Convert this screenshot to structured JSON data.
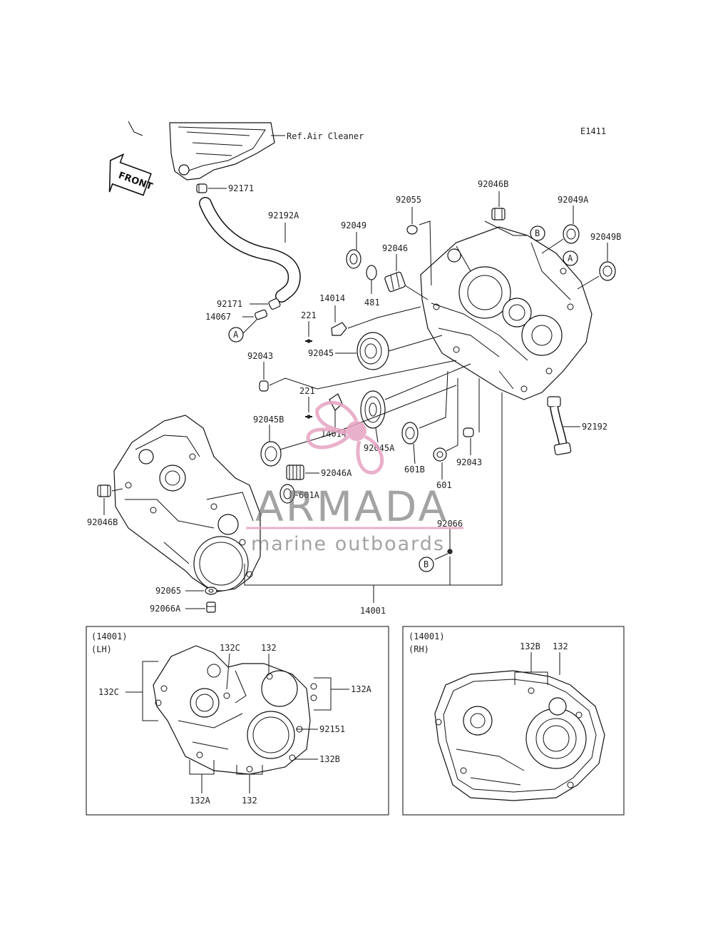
{
  "diagram_code": "E1411",
  "front_label": "FRONT",
  "ref_label": "Ref.Air Cleaner",
  "parts": {
    "p92171_top": "92171",
    "p92192A": "92192A",
    "p92171_mid": "92171",
    "p14067": "14067",
    "pA_left": "A",
    "p92049": "92049",
    "p92055": "92055",
    "p92046B_top": "92046B",
    "p92049A": "92049A",
    "p92049B": "92049B",
    "pB_top": "B",
    "pA_right": "A",
    "p92046": "92046",
    "p481": "481",
    "p14014_top": "14014",
    "p221_top": "221",
    "p92045": "92045",
    "p92043_left": "92043",
    "p221_mid": "221",
    "p14014_mid": "14014",
    "p92045A": "92045A",
    "p92045B": "92045B",
    "p92046A": "92046A",
    "p601A": "601A",
    "p601B": "601B",
    "p601": "601",
    "p92043_right": "92043",
    "p92192": "92192",
    "p92046B_left": "92046B",
    "p92066": "92066",
    "pB_bottom": "B",
    "p92065": "92065",
    "p92066A": "92066A",
    "p14001": "14001"
  },
  "inset_lh": {
    "header_line1": "(14001)",
    "header_line2": "(LH)",
    "l132C_top": "132C",
    "l132_top": "132",
    "l132C_left": "132C",
    "l132A_right": "132A",
    "l92151": "92151",
    "l132B": "132B",
    "l132A_bottom": "132A",
    "l132_bottom": "132"
  },
  "inset_rh": {
    "header_line1": "(14001)",
    "header_line2": "(RH)",
    "l132B": "132B",
    "l132": "132"
  },
  "watermark": {
    "brand": "ARMADA",
    "tagline": "marine outboards",
    "accent_color": "#e6a3c2"
  }
}
